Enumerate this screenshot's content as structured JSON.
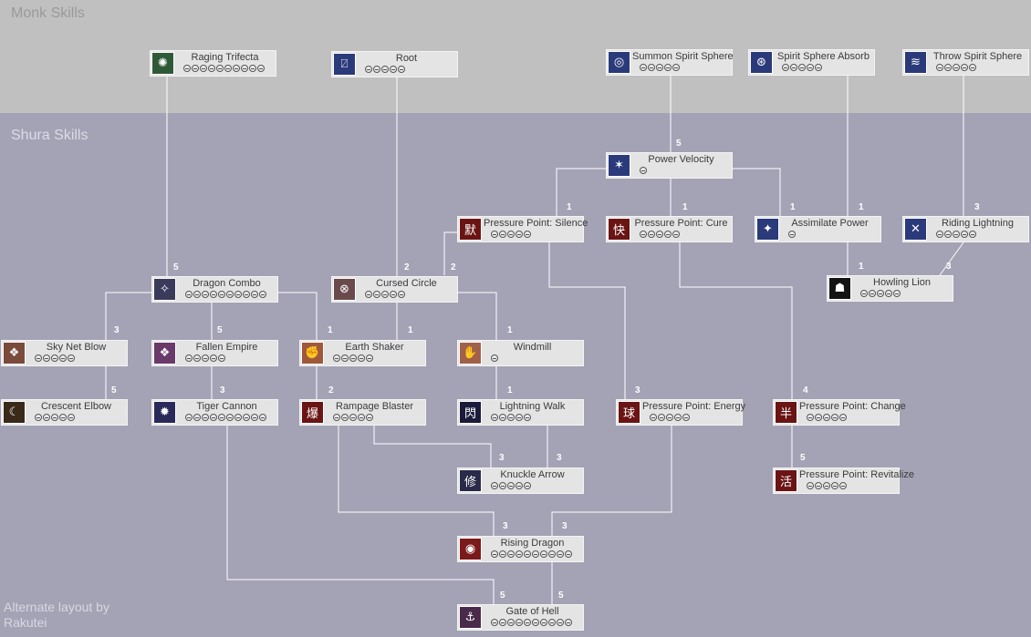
{
  "sections": {
    "monk_title": "Monk Skills",
    "shura_title": "Shura Skills",
    "credit_line1": "Alternate layout by",
    "credit_line2": "Rakutei"
  },
  "colors": {
    "monk_bg": "#c0c0c0",
    "shura_bg": "#a4a2b5",
    "node_bg": "#e4e4e4",
    "line": "#ffffff"
  },
  "skills": [
    {
      "id": "raging_trifecta",
      "name": "Raging Trifecta",
      "max": 10,
      "icon": "raging-trifecta-icon",
      "glyph": "✺",
      "bg": "#2f5a38"
    },
    {
      "id": "root",
      "name": "Root",
      "max": 5,
      "icon": "root-icon",
      "glyph": "⍁",
      "bg": "#2a3a7a"
    },
    {
      "id": "summon_spirit_sphere",
      "name": "Summon Spirit Sphere",
      "max": 5,
      "icon": "summon-spirit-sphere-icon",
      "glyph": "◎",
      "bg": "#2a3a7a"
    },
    {
      "id": "spirit_sphere_absorb",
      "name": "Spirit Sphere Absorb",
      "max": 5,
      "icon": "spirit-sphere-absorb-icon",
      "glyph": "⊛",
      "bg": "#2a3a7a"
    },
    {
      "id": "throw_spirit_sphere",
      "name": "Throw Spirit Sphere",
      "max": 5,
      "icon": "throw-spirit-sphere-icon",
      "glyph": "≋",
      "bg": "#2a3a7a"
    },
    {
      "id": "power_velocity",
      "name": "Power Velocity",
      "max": 1,
      "icon": "power-velocity-icon",
      "glyph": "✶",
      "bg": "#2a3a7a"
    },
    {
      "id": "pp_silence",
      "name": "Pressure Point: Silence",
      "max": 5,
      "icon": "pressure-point-silence-icon",
      "glyph": "默",
      "bg": "#6a1414"
    },
    {
      "id": "pp_cure",
      "name": "Pressure Point: Cure",
      "max": 5,
      "icon": "pressure-point-cure-icon",
      "glyph": "快",
      "bg": "#6a1414"
    },
    {
      "id": "assimilate_power",
      "name": "Assimilate Power",
      "max": 1,
      "icon": "assimilate-power-icon",
      "glyph": "✦",
      "bg": "#2a3a7a"
    },
    {
      "id": "riding_lightning",
      "name": "Riding Lightning",
      "max": 5,
      "icon": "riding-lightning-icon",
      "glyph": "✕",
      "bg": "#2a3a7a"
    },
    {
      "id": "howling_lion",
      "name": "Howling Lion",
      "max": 5,
      "icon": "howling-lion-icon",
      "glyph": "☗",
      "bg": "#141414"
    },
    {
      "id": "dragon_combo",
      "name": "Dragon Combo",
      "max": 10,
      "icon": "dragon-combo-icon",
      "glyph": "✧",
      "bg": "#3a3a5a"
    },
    {
      "id": "cursed_circle",
      "name": "Cursed Circle",
      "max": 5,
      "icon": "cursed-circle-icon",
      "glyph": "⊗",
      "bg": "#6a4a4a"
    },
    {
      "id": "sky_net_blow",
      "name": "Sky Net Blow",
      "max": 5,
      "icon": "sky-net-blow-icon",
      "glyph": "❖",
      "bg": "#7a4a3a"
    },
    {
      "id": "fallen_empire",
      "name": "Fallen Empire",
      "max": 5,
      "icon": "fallen-empire-icon",
      "glyph": "❖",
      "bg": "#6a3a6a"
    },
    {
      "id": "earth_shaker",
      "name": "Earth Shaker",
      "max": 5,
      "icon": "earth-shaker-icon",
      "glyph": "✊",
      "bg": "#a0583a"
    },
    {
      "id": "windmill",
      "name": "Windmill",
      "max": 1,
      "icon": "windmill-icon",
      "glyph": "✋",
      "bg": "#a0604a"
    },
    {
      "id": "crescent_elbow",
      "name": "Crescent Elbow",
      "max": 5,
      "icon": "crescent-elbow-icon",
      "glyph": "☾",
      "bg": "#3a2a1a"
    },
    {
      "id": "tiger_cannon",
      "name": "Tiger Cannon",
      "max": 10,
      "icon": "tiger-cannon-icon",
      "glyph": "✹",
      "bg": "#2a2a5a"
    },
    {
      "id": "rampage_blaster",
      "name": "Rampage Blaster",
      "max": 5,
      "icon": "rampage-blaster-icon",
      "glyph": "爆",
      "bg": "#6a1414"
    },
    {
      "id": "lightning_walk",
      "name": "Lightning Walk",
      "max": 5,
      "icon": "lightning-walk-icon",
      "glyph": "閃",
      "bg": "#1a1a3a"
    },
    {
      "id": "pp_energy",
      "name": "Pressure Point: Energy",
      "max": 5,
      "icon": "pressure-point-energy-icon",
      "glyph": "球",
      "bg": "#6a1414"
    },
    {
      "id": "pp_change",
      "name": "Pressure Point: Change",
      "max": 5,
      "icon": "pressure-point-change-icon",
      "glyph": "半",
      "bg": "#6a1414"
    },
    {
      "id": "knuckle_arrow",
      "name": "Knuckle Arrow",
      "max": 5,
      "icon": "knuckle-arrow-icon",
      "glyph": "修",
      "bg": "#2a2a4a"
    },
    {
      "id": "pp_revitalize",
      "name": "Pressure Point: Revitalize",
      "max": 5,
      "icon": "pressure-point-revitalize-icon",
      "glyph": "活",
      "bg": "#6a1414"
    },
    {
      "id": "rising_dragon",
      "name": "Rising Dragon",
      "max": 10,
      "icon": "rising-dragon-icon",
      "glyph": "◉",
      "bg": "#7a1a1a"
    },
    {
      "id": "gate_of_hell",
      "name": "Gate of Hell",
      "max": 10,
      "icon": "gate-of-hell-icon",
      "glyph": "⚓",
      "bg": "#4a2a4a"
    }
  ],
  "requirement_labels": [
    {
      "to": "power_velocity",
      "from": "summon_spirit_sphere",
      "level": "5"
    },
    {
      "to": "pp_silence",
      "from": "power_velocity",
      "level": "1"
    },
    {
      "to": "pp_cure",
      "from": "power_velocity",
      "level": "1"
    },
    {
      "to": "assimilate_power",
      "from": "power_velocity",
      "level": "1"
    },
    {
      "to": "assimilate_power",
      "from": "spirit_sphere_absorb",
      "level": "1"
    },
    {
      "to": "riding_lightning",
      "from": "throw_spirit_sphere",
      "level": "3"
    },
    {
      "to": "howling_lion",
      "from": "assimilate_power",
      "level": "1"
    },
    {
      "to": "howling_lion",
      "from": "riding_lightning",
      "level": "3"
    },
    {
      "to": "dragon_combo",
      "from": "raging_trifecta",
      "level": "5"
    },
    {
      "to": "cursed_circle",
      "from": "root",
      "level": "2"
    },
    {
      "to": "cursed_circle",
      "from": "pp_silence",
      "level": "2"
    },
    {
      "to": "sky_net_blow",
      "from": "dragon_combo",
      "level": "3"
    },
    {
      "to": "fallen_empire",
      "from": "dragon_combo",
      "level": "5"
    },
    {
      "to": "earth_shaker",
      "from": "dragon_combo",
      "level": "1"
    },
    {
      "to": "earth_shaker",
      "from": "cursed_circle",
      "level": "1"
    },
    {
      "to": "windmill",
      "from": "cursed_circle",
      "level": "1"
    },
    {
      "to": "crescent_elbow",
      "from": "sky_net_blow",
      "level": "5"
    },
    {
      "to": "tiger_cannon",
      "from": "fallen_empire",
      "level": "3"
    },
    {
      "to": "rampage_blaster",
      "from": "earth_shaker",
      "level": "2"
    },
    {
      "to": "lightning_walk",
      "from": "windmill",
      "level": "1"
    },
    {
      "to": "pp_energy",
      "from": "pp_silence",
      "level": "3"
    },
    {
      "to": "pp_change",
      "from": "pp_cure",
      "level": "4"
    },
    {
      "to": "knuckle_arrow",
      "from": "rampage_blaster",
      "level": "3"
    },
    {
      "to": "knuckle_arrow",
      "from": "lightning_walk",
      "level": "3"
    },
    {
      "to": "pp_revitalize",
      "from": "pp_change",
      "level": "5"
    },
    {
      "to": "rising_dragon",
      "from": "rampage_blaster",
      "level": "3"
    },
    {
      "to": "rising_dragon",
      "from": "pp_energy",
      "level": "3"
    },
    {
      "to": "gate_of_hell",
      "from": "tiger_cannon",
      "level": "5"
    },
    {
      "to": "gate_of_hell",
      "from": "rising_dragon",
      "level": "5"
    }
  ]
}
